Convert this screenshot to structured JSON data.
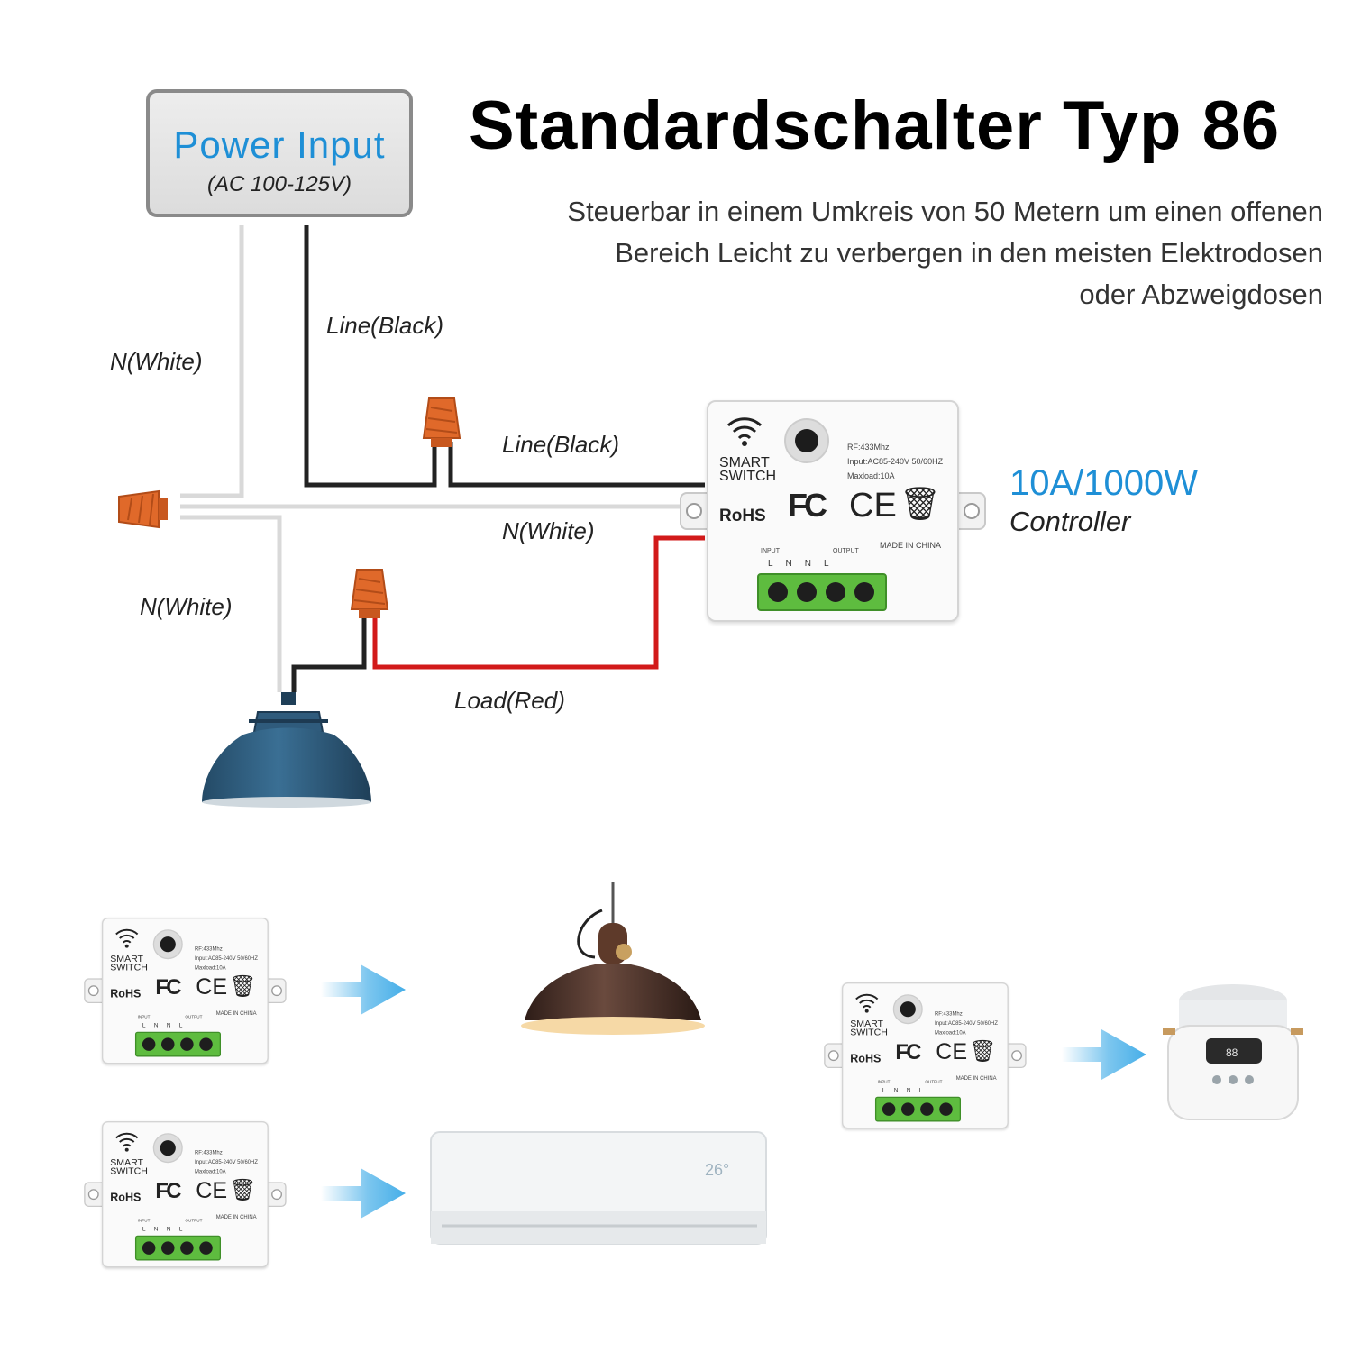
{
  "title": "Standardschalter Typ 86",
  "description": "Steuerbar in einem Umkreis von 50 Metern um einen offenen Bereich Leicht zu  verbergen in den meisten Elektrodosen oder Abzweigdosen",
  "power_input": {
    "title": "Power Input",
    "subtitle": "(AC 100-125V)"
  },
  "wires": {
    "line_black_vertical": "Line(Black)",
    "line_black_horizontal": "Line(Black)",
    "neutral_top": "N(White)",
    "neutral_middle": "N(White)",
    "neutral_bottom": "N(White)",
    "load": "Load(Red)"
  },
  "controller": {
    "rating": "10A/1000W",
    "name": "Controller"
  },
  "module_label": {
    "brand_line1": "SMART",
    "brand_line2": "SWITCH",
    "rf": "RF:433Mhz",
    "input": "Input:AC85-240V 50/60HZ",
    "maxload": "Maxload:10A",
    "rohs": "RoHS",
    "fc": "FC",
    "ce": "CE",
    "input_tag": "INPUT",
    "output_tag": "OUTPUT",
    "pins": "LNNL",
    "made_in": "MADE IN CHINA"
  },
  "colors": {
    "accent_blue": "#1e8fd6",
    "wire_black": "#222222",
    "wire_white": "#e6e6e6",
    "wire_red": "#d21a1a",
    "wire_nut": "#e0692a",
    "terminal_green": "#5ebc3f",
    "arrow_blue": "#45aee8"
  },
  "icons": [
    "wifi-icon",
    "wire-nut-icon",
    "pendant-lamp-icon",
    "arrow-right-icon",
    "air-conditioner-icon",
    "rice-cooker-icon",
    "recycle-bin-icon"
  ]
}
